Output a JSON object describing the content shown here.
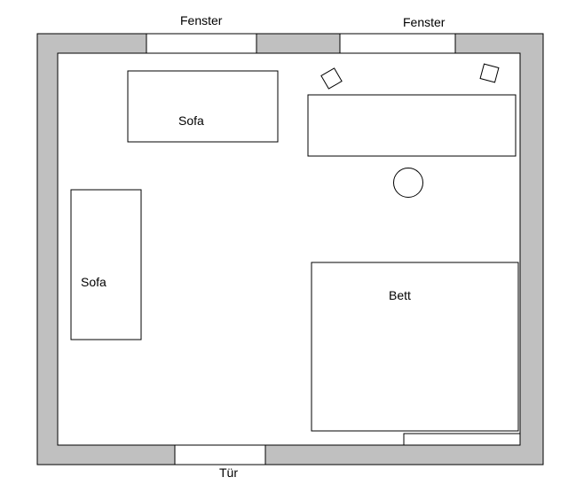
{
  "labels": {
    "window_left": "Fenster",
    "window_right": "Fenster",
    "door": "Tür",
    "sofa_top": "Sofa",
    "sofa_left": "Sofa",
    "bed": "Bett"
  },
  "colors": {
    "wall": "#c0c0c0",
    "floor": "#ffffff",
    "outline": "#000000"
  }
}
